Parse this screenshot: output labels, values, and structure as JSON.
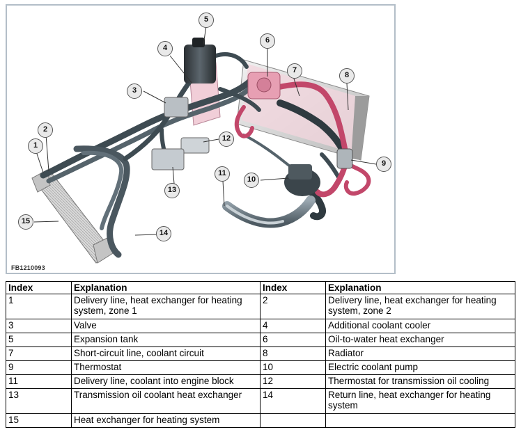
{
  "figure": {
    "code": "FB1210093",
    "callouts": [
      "1",
      "2",
      "3",
      "4",
      "5",
      "6",
      "7",
      "8",
      "9",
      "10",
      "11",
      "12",
      "13",
      "14",
      "15"
    ]
  },
  "table": {
    "headers": [
      "Index",
      "Explanation",
      "Index",
      "Explanation"
    ],
    "rows": [
      [
        "1",
        "Delivery line, heat exchanger for heating system, zone 1",
        "2",
        "Delivery line, heat exchanger for heating system, zone 2"
      ],
      [
        "3",
        "Valve",
        "4",
        "Additional coolant cooler"
      ],
      [
        "5",
        "Expansion tank",
        "6",
        "Oil-to-water heat exchanger"
      ],
      [
        "7",
        "Short-circuit line, coolant circuit",
        "8",
        "Radiator"
      ],
      [
        "9",
        "Thermostat",
        "10",
        "Electric coolant pump"
      ],
      [
        "11",
        "Delivery line, coolant into engine block",
        "12",
        "Thermostat for transmission oil cooling"
      ],
      [
        "13",
        "Transmission oil coolant heat exchanger",
        "14",
        "Return line, heat exchanger for heating system"
      ],
      [
        "15",
        "Heat exchanger for heating system",
        "",
        ""
      ]
    ]
  }
}
